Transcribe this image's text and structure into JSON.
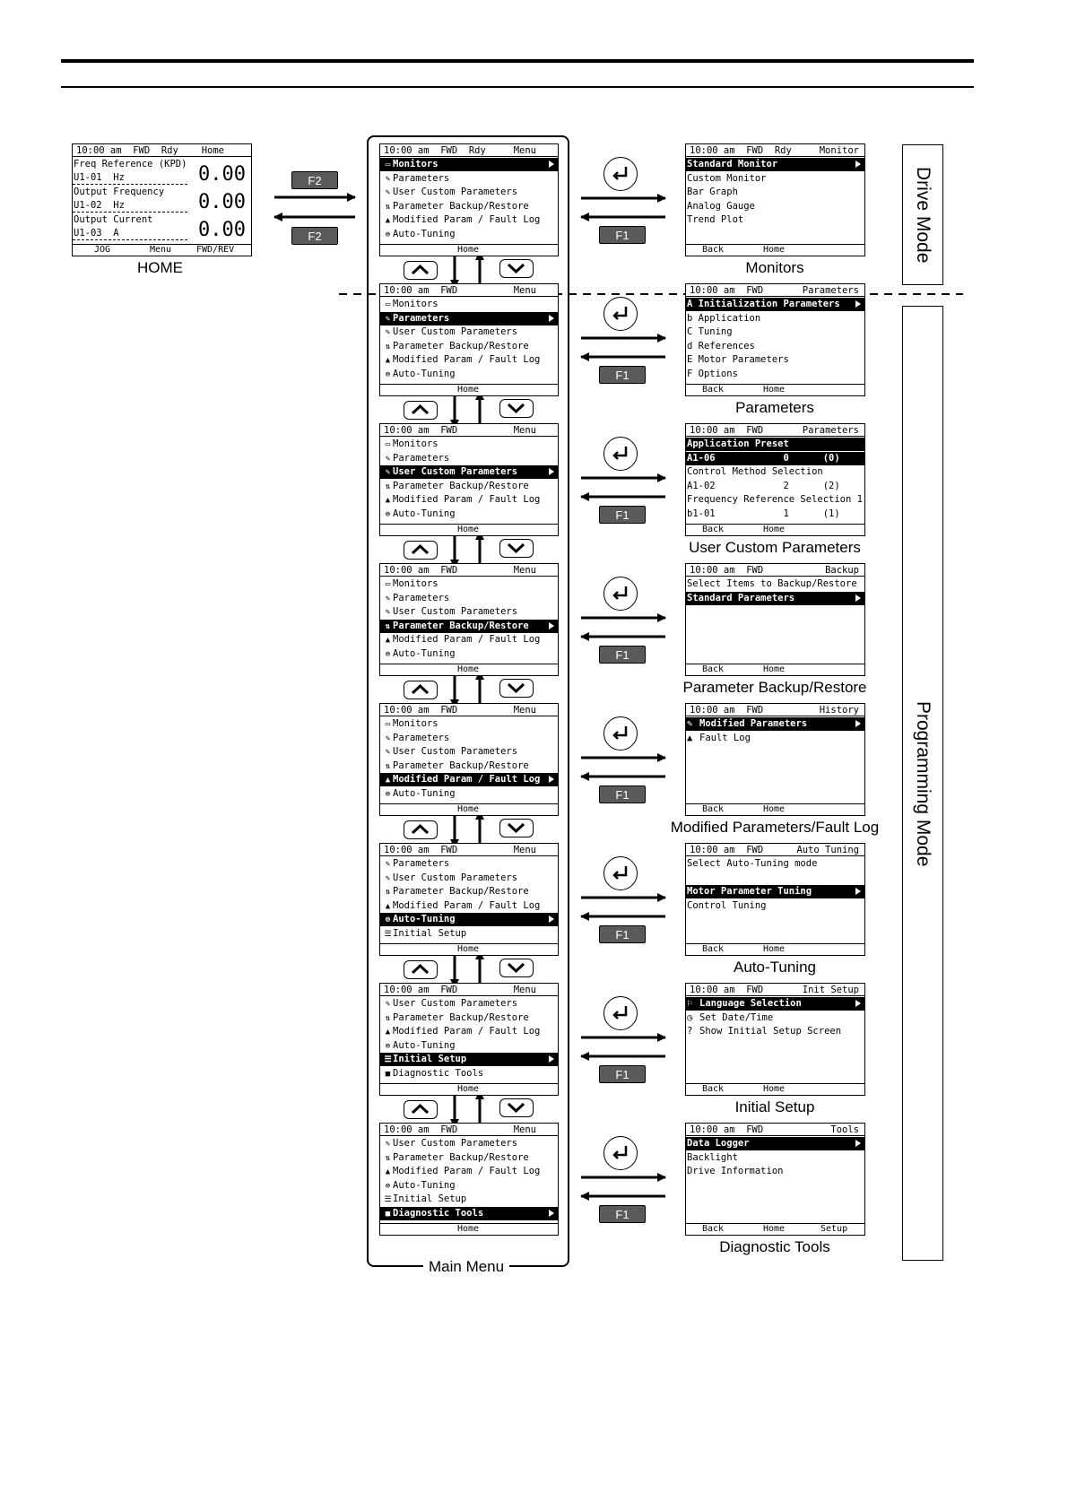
{
  "status_time": "10:00 am",
  "home": {
    "status_left": "10:00 am  FWD  Rdy",
    "status_right": "Home",
    "rows": [
      {
        "label": "Freq Reference (KPD)",
        "code": "U1-01  Hz",
        "value": "0.00"
      },
      {
        "label": "Output Frequency",
        "code": "U1-02  Hz",
        "value": "0.00"
      },
      {
        "label": "Output Current",
        "code": "U1-03  A",
        "value": "0.00"
      }
    ],
    "bottom": [
      "JOG",
      "Menu",
      "FWD/REV"
    ],
    "caption": "HOME"
  },
  "keys": {
    "f1": "F1",
    "f2": "F2"
  },
  "mode_labels": {
    "drive": "Drive Mode",
    "programming": "Programming Mode"
  },
  "main_menu_caption": "Main Menu",
  "menus": [
    {
      "status_left": "10:00 am  FWD  Rdy",
      "status_right": "Menu",
      "items": [
        "Monitors",
        "Parameters",
        "User Custom Parameters",
        "Parameter Backup/Restore",
        "Modified Param / Fault Log",
        "Auto-Tuning"
      ],
      "icons": [
        "▭",
        "✎",
        "✎",
        "⇅",
        "▲",
        "⊜"
      ],
      "hl": 0,
      "bottom": "Home"
    },
    {
      "status_left": "10:00 am  FWD",
      "status_right": "Menu",
      "items": [
        "Monitors",
        "Parameters",
        "User Custom Parameters",
        "Parameter Backup/Restore",
        "Modified Param / Fault Log",
        "Auto-Tuning"
      ],
      "icons": [
        "▭",
        "✎",
        "✎",
        "⇅",
        "▲",
        "⊜"
      ],
      "hl": 1,
      "bottom": "Home"
    },
    {
      "status_left": "10:00 am  FWD",
      "status_right": "Menu",
      "items": [
        "Monitors",
        "Parameters",
        "User Custom Parameters",
        "Parameter Backup/Restore",
        "Modified Param / Fault Log",
        "Auto-Tuning"
      ],
      "icons": [
        "▭",
        "✎",
        "✎",
        "⇅",
        "▲",
        "⊜"
      ],
      "hl": 2,
      "bottom": "Home"
    },
    {
      "status_left": "10:00 am  FWD",
      "status_right": "Menu",
      "items": [
        "Monitors",
        "Parameters",
        "User Custom Parameters",
        "Parameter Backup/Restore",
        "Modified Param / Fault Log",
        "Auto-Tuning"
      ],
      "icons": [
        "▭",
        "✎",
        "✎",
        "⇅",
        "▲",
        "⊜"
      ],
      "hl": 3,
      "bottom": "Home"
    },
    {
      "status_left": "10:00 am  FWD",
      "status_right": "Menu",
      "items": [
        "Monitors",
        "Parameters",
        "User Custom Parameters",
        "Parameter Backup/Restore",
        "Modified Param / Fault Log",
        "Auto-Tuning"
      ],
      "icons": [
        "▭",
        "✎",
        "✎",
        "⇅",
        "▲",
        "⊜"
      ],
      "hl": 4,
      "bottom": "Home"
    },
    {
      "status_left": "10:00 am  FWD",
      "status_right": "Menu",
      "items": [
        "Parameters",
        "User Custom Parameters",
        "Parameter Backup/Restore",
        "Modified Param / Fault Log",
        "Auto-Tuning",
        "Initial Setup"
      ],
      "icons": [
        "✎",
        "✎",
        "⇅",
        "▲",
        "⊜",
        "☰"
      ],
      "hl": 4,
      "bottom": "Home"
    },
    {
      "status_left": "10:00 am  FWD",
      "status_right": "Menu",
      "items": [
        "User Custom Parameters",
        "Parameter Backup/Restore",
        "Modified Param / Fault Log",
        "Auto-Tuning",
        "Initial Setup",
        "Diagnostic Tools"
      ],
      "icons": [
        "✎",
        "⇅",
        "▲",
        "⊜",
        "☰",
        "■"
      ],
      "hl": 4,
      "bottom": "Home"
    },
    {
      "status_left": "10:00 am  FWD",
      "status_right": "Menu",
      "items": [
        "User Custom Parameters",
        "Parameter Backup/Restore",
        "Modified Param / Fault Log",
        "Auto-Tuning",
        "Initial Setup",
        "Diagnostic Tools"
      ],
      "icons": [
        "✎",
        "⇅",
        "▲",
        "⊜",
        "☰",
        "■"
      ],
      "hl": 5,
      "bottom": "Home"
    }
  ],
  "subs": [
    {
      "status_left": "10:00 am  FWD  Rdy",
      "status_right": "Monitor",
      "rows": [
        {
          "t": "Standard Monitor",
          "hl": true,
          "arrow": true
        },
        {
          "t": "Custom Monitor"
        },
        {
          "t": "Bar Graph"
        },
        {
          "t": "Analog Gauge"
        },
        {
          "t": "Trend Plot"
        }
      ],
      "bottom": [
        "Back",
        "Home",
        ""
      ],
      "caption": "Monitors"
    },
    {
      "status_left": "10:00 am  FWD",
      "status_right": "Parameters",
      "rows": [
        {
          "t": "A Initialization Parameters",
          "hl": true,
          "arrow": true
        },
        {
          "t": "b Application"
        },
        {
          "t": "C Tuning"
        },
        {
          "t": "d References"
        },
        {
          "t": "E Motor Parameters"
        },
        {
          "t": "F Options"
        }
      ],
      "bottom": [
        "Back",
        "Home",
        ""
      ],
      "caption": "Parameters"
    },
    {
      "status_left": "10:00 am  FWD",
      "status_right": "Parameters",
      "rows": [
        {
          "t": "Application Preset",
          "hl": true
        },
        {
          "t": "A1-06            0      (0)",
          "hl": true
        },
        {
          "t": "Control Method Selection"
        },
        {
          "t": "A1-02            2      (2)"
        },
        {
          "t": "Frequency Reference Selection 1"
        },
        {
          "t": "b1-01            1      (1)"
        }
      ],
      "bottom": [
        "Back",
        "Home",
        ""
      ],
      "caption": "User Custom Parameters"
    },
    {
      "status_left": "10:00 am  FWD",
      "status_right": "Backup",
      "rows": [
        {
          "t": "Select Items to Backup/Restore"
        },
        {
          "t": "Standard Parameters",
          "hl": true,
          "arrow": true
        }
      ],
      "bottom": [
        "Back",
        "Home",
        ""
      ],
      "caption": "Parameter Backup/Restore"
    },
    {
      "status_left": "10:00 am  FWD",
      "status_right": "History",
      "rows": [
        {
          "t": "Modified Parameters",
          "hl": true,
          "arrow": true,
          "icon": "✎"
        },
        {
          "t": "Fault Log",
          "icon": "▲"
        }
      ],
      "bottom": [
        "Back",
        "Home",
        ""
      ],
      "caption": "Modified Parameters/Fault Log"
    },
    {
      "status_left": "10:00 am  FWD",
      "status_right": "Auto Tuning",
      "rows": [
        {
          "t": "Select Auto-Tuning mode"
        },
        {
          "t": ""
        },
        {
          "t": "Motor Parameter Tuning",
          "hl": true,
          "arrow": true
        },
        {
          "t": "Control Tuning"
        }
      ],
      "bottom": [
        "Back",
        "Home",
        ""
      ],
      "caption": "Auto-Tuning"
    },
    {
      "status_left": "10:00 am  FWD",
      "status_right": "Init Setup",
      "rows": [
        {
          "t": "Language Selection",
          "hl": true,
          "arrow": true,
          "icon": "⚐"
        },
        {
          "t": "Set Date/Time",
          "icon": "◷"
        },
        {
          "t": "Show Initial Setup Screen",
          "icon": "?"
        }
      ],
      "bottom": [
        "Back",
        "Home",
        ""
      ],
      "caption": "Initial Setup"
    },
    {
      "status_left": "10:00 am  FWD",
      "status_right": "Tools",
      "rows": [
        {
          "t": "Data Logger",
          "hl": true,
          "arrow": true
        },
        {
          "t": "Backlight"
        },
        {
          "t": "Drive Information"
        }
      ],
      "bottom": [
        "Back",
        "Home",
        "Setup"
      ],
      "caption": "Diagnostic Tools"
    }
  ]
}
